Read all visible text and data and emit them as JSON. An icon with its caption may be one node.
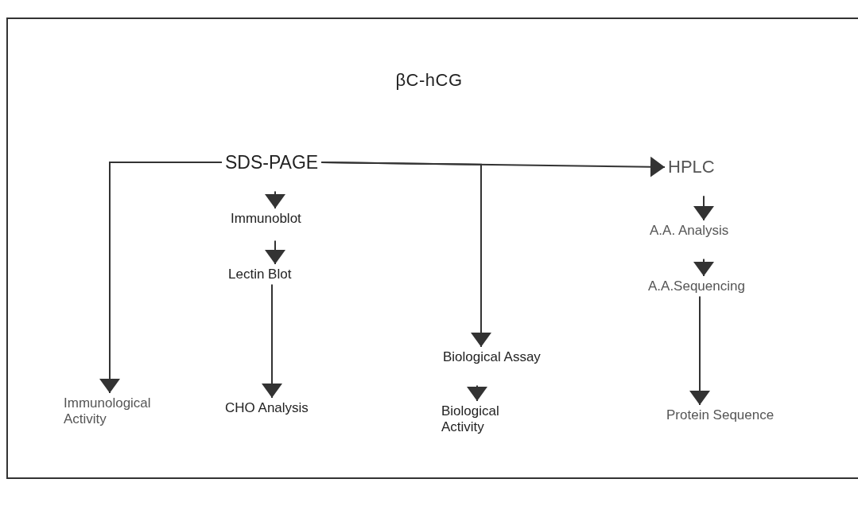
{
  "diagram": {
    "title": "βC-hCG",
    "nodes": [
      {
        "text": [
          "SDS-PAGE"
        ]
      },
      {
        "text": [
          "HPLC"
        ]
      },
      {
        "text": [
          "Immunoblot"
        ]
      },
      {
        "text": [
          "Lectin Blot"
        ]
      },
      {
        "text": [
          "Immunological Activity"
        ]
      },
      {
        "text": [
          "CHO Analysis"
        ]
      },
      {
        "text": [
          "Biological Assay"
        ]
      },
      {
        "text": [
          "Biological Activity"
        ]
      },
      {
        "text": [
          "A.A. Analysis"
        ]
      },
      {
        "text": [
          "A.A.Sequencing"
        ]
      },
      {
        "text": [
          "Protein Sequence"
        ]
      }
    ],
    "edges": [
      {
        "from": 0,
        "to": 1,
        "arrow": "to"
      },
      {
        "from": 0,
        "to": 4,
        "arrow": "to"
      },
      {
        "from": 0,
        "to": 2,
        "arrow": "to"
      },
      {
        "from": 2,
        "to": 3,
        "arrow": "to"
      },
      {
        "from": 3,
        "to": 5,
        "arrow": "to"
      },
      {
        "from": 0,
        "to": 6,
        "arrow": "to"
      },
      {
        "from": 6,
        "to": 7,
        "arrow": "to"
      },
      {
        "from": 1,
        "to": 8,
        "arrow": "to"
      },
      {
        "from": 8,
        "to": 9,
        "arrow": "to"
      },
      {
        "from": 9,
        "to": 10,
        "arrow": "to"
      }
    ]
  }
}
